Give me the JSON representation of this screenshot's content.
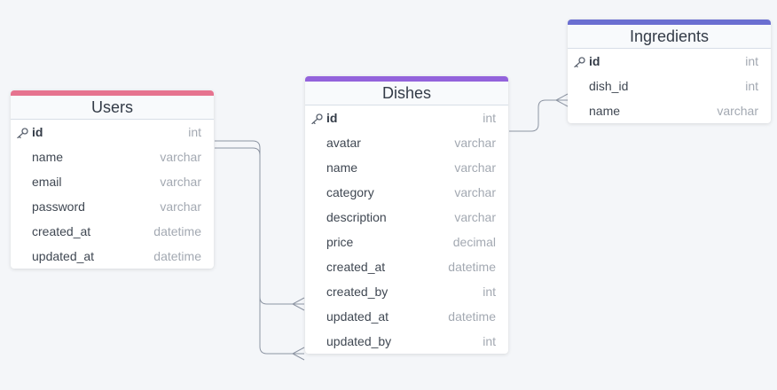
{
  "colors": {
    "users_accent": "#e6738f",
    "dishes_accent": "#9363dc",
    "ingredients_accent": "#6b6fd1",
    "connector": "#8d95a3"
  },
  "tables": {
    "users": {
      "title": "Users",
      "fields": [
        {
          "name": "id",
          "type": "int",
          "pk": true
        },
        {
          "name": "name",
          "type": "varchar"
        },
        {
          "name": "email",
          "type": "varchar"
        },
        {
          "name": "password",
          "type": "varchar"
        },
        {
          "name": "created_at",
          "type": "datetime"
        },
        {
          "name": "updated_at",
          "type": "datetime"
        }
      ]
    },
    "dishes": {
      "title": "Dishes",
      "fields": [
        {
          "name": "id",
          "type": "int",
          "pk": true
        },
        {
          "name": "avatar",
          "type": "varchar"
        },
        {
          "name": "name",
          "type": "varchar"
        },
        {
          "name": "category",
          "type": "varchar"
        },
        {
          "name": "description",
          "type": "varchar"
        },
        {
          "name": "price",
          "type": "decimal"
        },
        {
          "name": "created_at",
          "type": "datetime"
        },
        {
          "name": "created_by",
          "type": "int"
        },
        {
          "name": "updated_at",
          "type": "datetime"
        },
        {
          "name": "updated_by",
          "type": "int"
        }
      ]
    },
    "ingredients": {
      "title": "Ingredients",
      "fields": [
        {
          "name": "id",
          "type": "int",
          "pk": true
        },
        {
          "name": "dish_id",
          "type": "int"
        },
        {
          "name": "name",
          "type": "varchar"
        }
      ]
    }
  },
  "relationships": [
    {
      "from": "Users.id",
      "to": "Dishes.created_by",
      "cardinality": "one-to-many"
    },
    {
      "from": "Users.id",
      "to": "Dishes.updated_by",
      "cardinality": "one-to-many"
    },
    {
      "from": "Dishes.id",
      "to": "Ingredients.dish_id",
      "cardinality": "one-to-many"
    }
  ],
  "icons": {
    "primary_key": "key-icon"
  }
}
